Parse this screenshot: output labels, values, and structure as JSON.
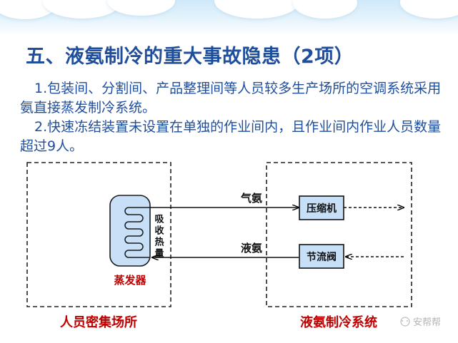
{
  "title": "五、液氨制冷的重大事故隐患（2项）",
  "points": [
    "1.包装间、分割间、产品整理间等人员较多生产场所的空调系统采用氨直接蒸发制冷系统。",
    "2.快速冻结装置未设置在单独的作业间内，且作业间内作业人员数量超过9人。"
  ],
  "diagram": {
    "left_zone_label": "人员密集场所",
    "right_zone_label": "液氨制冷系统",
    "evaporator_label": "蒸发器",
    "heat_label": "吸收热量",
    "gas_label": "气氨",
    "liquid_label": "液氨",
    "compressor_label": "压缩机",
    "throttle_label": "节流阀",
    "colors": {
      "title": "#1f4e9c",
      "evaporator_fill": "#c7e0f7",
      "red_text": "#c00000"
    }
  },
  "watermark": "安帮帮"
}
